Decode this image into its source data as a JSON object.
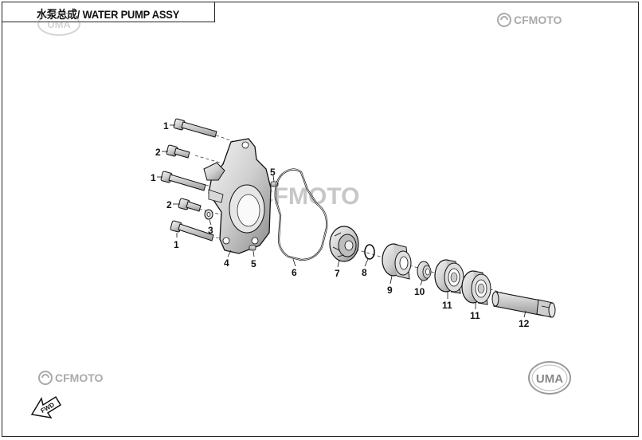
{
  "title": "水泵总成/ WATER PUMP ASSY",
  "brand": {
    "cfmoto_text": "CFMOTO",
    "uma_text": "UMA"
  },
  "fwd_label": "FWD",
  "callouts": [
    "1",
    "2",
    "1",
    "2",
    "1",
    "3",
    "4",
    "5",
    "5",
    "6",
    "7",
    "8",
    "9",
    "10",
    "11",
    "11",
    "12"
  ],
  "colors": {
    "line": "#1a1a1a",
    "watermark": "#b8b8b8",
    "border": "#222222"
  }
}
